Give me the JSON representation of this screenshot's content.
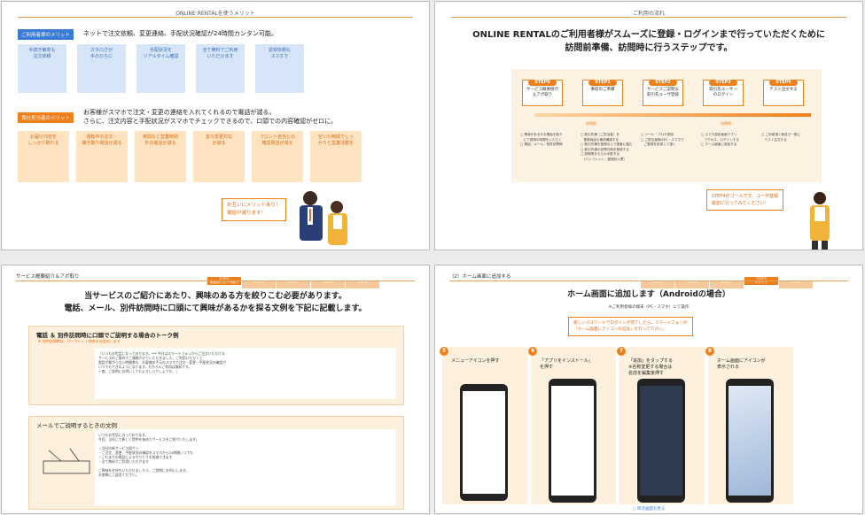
{
  "slide1": {
    "header": "ONLINE RENTALを使うメリット",
    "user_tag": "ご利用者様のメリット",
    "user_text": "ネットで注文依頼、変更連絡、手配状況確認が24時間カンタン可能。",
    "user_cards": [
      "手続き簡単も\n注文依頼",
      "カタログが\n手のひらに",
      "手配状況を\nリアルタイム確認",
      "全て無料でご利用\nいただけます",
      "返却依頼も\nスマホで"
    ],
    "staff_tag": "貴社担当者のメリット",
    "staff_text1": "お客様がスマホで注文・変更の連絡を入れてくれるので電話が減る。",
    "staff_text2": "さらに、注文内容と手配状況がスマホでチェックできるので、口頭での内容確認がゼロに。",
    "staff_cards": [
      "お届け内容を\nしっかり取れる",
      "運転中の注文・\n聞き取り電話が減る",
      "夜間など営業時間\n外の電話が減る",
      "急な変更対応\nが減る",
      "フロント担当との\n確認電話が減る",
      "空いた時間でしっ\nかりと営業活動を"
    ],
    "bubble": "お互いにメリットあり！\n電話が減ります！"
  },
  "slide2": {
    "header": "ご利用の流れ",
    "title1": "ONLINE RENTALのご利用者様がスムーズに登録・ログインまで行っていただくために",
    "title2": "訪問前準備、訪問時に行うステップです。",
    "steps": [
      {
        "num": "STEP0",
        "label": "サービス概要紹介\n＆アポ取り"
      },
      {
        "num": "STEP1",
        "label": "事前のご準備"
      },
      {
        "num": "STEP2",
        "label": "サービスご説明＆\n取引先ユーザ登録"
      },
      {
        "num": "STEP3",
        "label": "取引先ユーザー\nのログイン"
      },
      {
        "num": "STEP4",
        "label": "テスト注文する"
      }
    ],
    "phase1": "訪問前",
    "phase2": "訪問時",
    "bullets": [
      "□ 興味があるかお電話を取り\n　にて説明の時間をいただく\n□ 電話／メール／別件訪問時",
      "□ 取引先様（ご担当者）を\n　登録商品の事前確認する\n□ 取引先様を登録の上で調査に臨む\n□ 取引先様の訪問日時を登録する\n□ 説明書をもらわ手配する\n　（パンフレット、登録記入票）",
      "□ ツール・プロモ説明\n□ ご担当者様のPC・スマホで\n　ご登録を試用して頂く",
      "□ スマホ設定画面アプリ\n　アクセス、ログインする\n□ ホーム画面に追加する",
      "□ ご利用頂く商品で一般に\n　テスト注文する"
    ],
    "bubble": "STEP4がゴールです。ユーザ登録\n最初に行ってみてください！"
  },
  "slide3": {
    "header": "サービス概要紹介＆アポ取り",
    "tabs": [
      "STEP0\n概要紹介＆アポ取り",
      "STEP1",
      "STEP2",
      "STEP3",
      "STEP4"
    ],
    "title1": "当サービスのご紹介にあたり、興味のある方を絞りこむ必要があります。",
    "title2": "電話、メール、別件訪問時に口頭にて興味があるかを探る文例を下記に記載します。",
    "panel1_title": "電話 ＆ 別件訪問時に口頭でご説明する場合のトーク例",
    "panel1_sub": "※ 別件訪問時は、パンフレット持参をお奨めします",
    "panel1_text": "「いつもお世話になっております。*** 今日はスマートフォンからご注文いただける\nサービスのご案内でご連絡させていただきました。ご利用いただくと、\n電話が繋がらない時間帯も、お客様の手元のスマホで注文・変更・手配状況の確認が\nいつでもできるようになります。もちろんご利用は無料です。\n一度、ご説明にお伺いしてもよろしいでしょうか。」",
    "panel2_title": "メールでご説明するときの文例",
    "panel2_text": "いつもお世話になっております。\n今回、当社にて新しく提供を始めたサービスをご紹介いたします。\n\n＜当社の新サービス紹介＞\n・ご注文、変更、手配状況の確認をスマホから24時間いつでも\n・これまでの電話によるやりとりを削減できます\n・全て無料でご利用いただけます\n\nご興味をお持ちいただけましたら、ご説明にお伺いします。\nお気軽にご返信ください。"
  },
  "slide4": {
    "header": "（2）ホーム画面に追加する",
    "tabs": [
      "STEP0",
      "STEP1",
      "STEP2",
      "STEP3\nログイン",
      "STEP4"
    ],
    "title": "ホーム画面に追加します（Androidの場合）",
    "sub": "※ご利用者様の端末（PC・スマホ）にて操作",
    "notice": "新しいパスワードでログインが完了したら、スマートフォンの\n「ホーム画面にアイコンの追加」を行って下さい。",
    "cols": [
      {
        "num": "5",
        "caption": "メニューアイコンを押す"
      },
      {
        "num": "6",
        "caption": "「アプリをインストール」\nを押す"
      },
      {
        "num": "7",
        "caption": "「追加」をタップする\n※名称変更する場合は\n名前を編集後押す"
      },
      {
        "num": "8",
        "caption": "ホーム画面にアイコンが\n表示される"
      }
    ],
    "footer": "○ 目次画面を見る"
  }
}
